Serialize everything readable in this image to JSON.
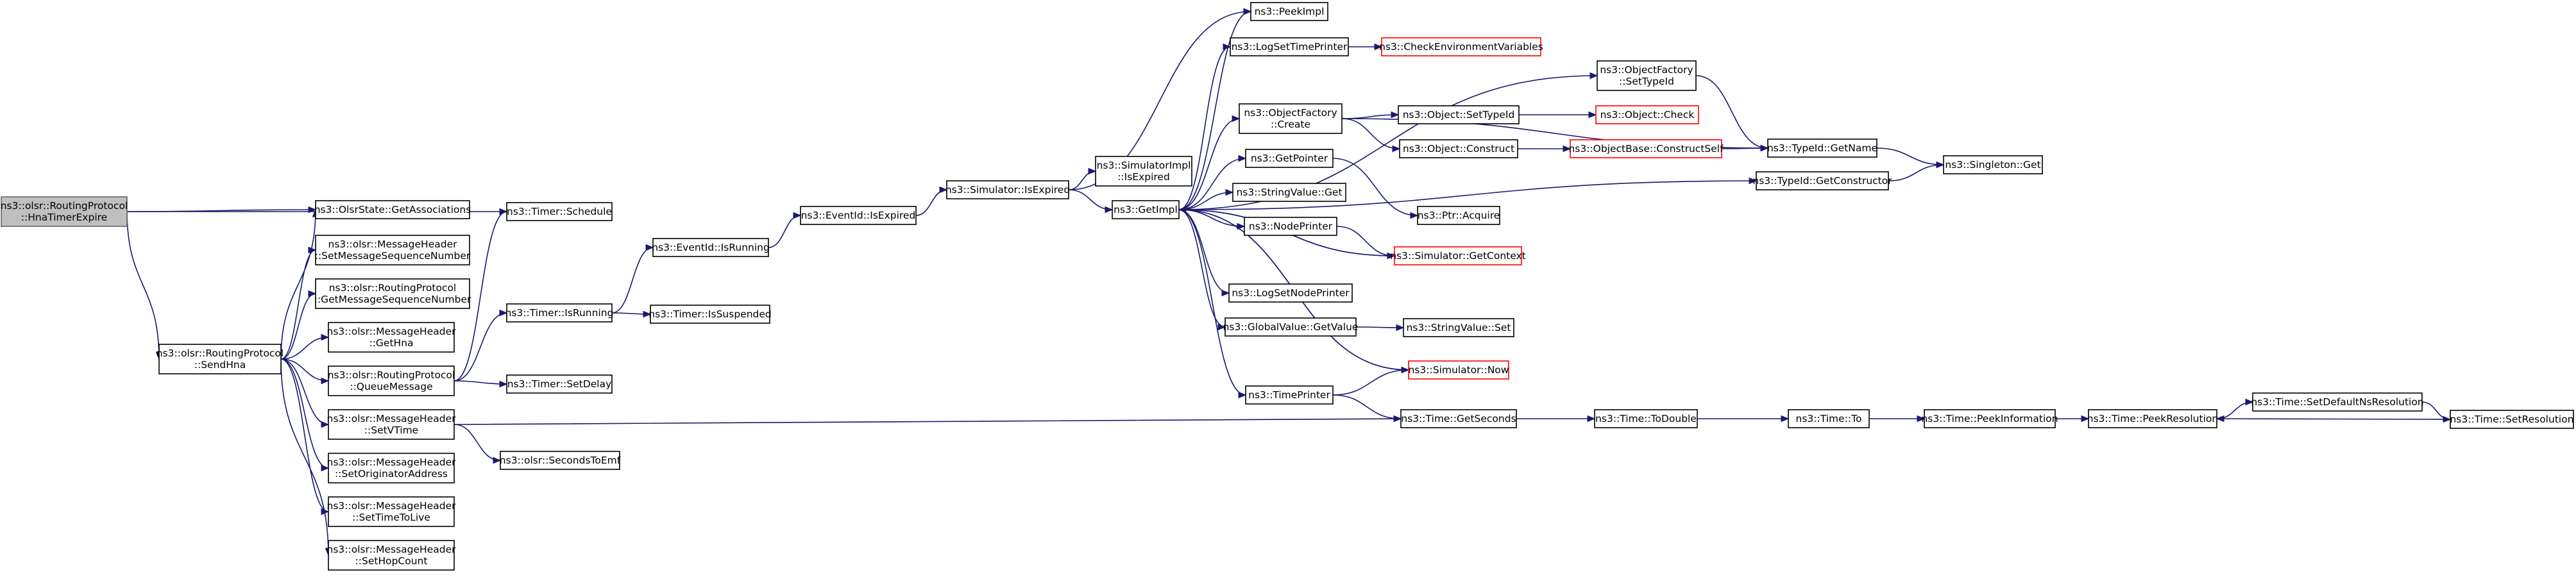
{
  "graph": {
    "nodes": [
      {
        "id": "hnaTimerExpire",
        "lines": [
          "ns3::olsr::RoutingProtocol",
          "::HnaTimerExpire"
        ],
        "style": "root"
      },
      {
        "id": "sendHna",
        "lines": [
          "ns3::olsr::RoutingProtocol",
          "::SendHna"
        ]
      },
      {
        "id": "getAssociations",
        "lines": [
          "ns3::OlsrState::GetAssociations"
        ]
      },
      {
        "id": "setMsgSeq",
        "lines": [
          "ns3::olsr::MessageHeader",
          "::SetMessageSequenceNumber"
        ]
      },
      {
        "id": "getMsgSeq",
        "lines": [
          "ns3::olsr::RoutingProtocol",
          "::GetMessageSequenceNumber"
        ]
      },
      {
        "id": "getHna",
        "lines": [
          "ns3::olsr::MessageHeader",
          "::GetHna"
        ]
      },
      {
        "id": "queueMessage",
        "lines": [
          "ns3::olsr::RoutingProtocol",
          "::QueueMessage"
        ]
      },
      {
        "id": "setVTime",
        "lines": [
          "ns3::olsr::MessageHeader",
          "::SetVTime"
        ]
      },
      {
        "id": "setOrigAddr",
        "lines": [
          "ns3::olsr::MessageHeader",
          "::SetOriginatorAddress"
        ]
      },
      {
        "id": "setTtl",
        "lines": [
          "ns3::olsr::MessageHeader",
          "::SetTimeToLive"
        ]
      },
      {
        "id": "setHopCount",
        "lines": [
          "ns3::olsr::MessageHeader",
          "::SetHopCount"
        ]
      },
      {
        "id": "timerSchedule",
        "lines": [
          "ns3::Timer::Schedule"
        ]
      },
      {
        "id": "timerIsRunning",
        "lines": [
          "ns3::Timer::IsRunning"
        ]
      },
      {
        "id": "timerSetDelay",
        "lines": [
          "ns3::Timer::SetDelay"
        ]
      },
      {
        "id": "secondsToEmf",
        "lines": [
          "ns3::olsr::SecondsToEmf"
        ]
      },
      {
        "id": "eventIdIsRunning",
        "lines": [
          "ns3::EventId::IsRunning"
        ]
      },
      {
        "id": "timerIsSuspended",
        "lines": [
          "ns3::Timer::IsSuspended"
        ]
      },
      {
        "id": "eventIdIsExpired",
        "lines": [
          "ns3::EventId::IsExpired"
        ]
      },
      {
        "id": "simIsExpired",
        "lines": [
          "ns3::Simulator::IsExpired"
        ]
      },
      {
        "id": "simImplIsExpired",
        "lines": [
          "ns3::SimulatorImpl",
          "::IsExpired"
        ]
      },
      {
        "id": "getImpl",
        "lines": [
          "ns3::GetImpl"
        ]
      },
      {
        "id": "peekImpl",
        "lines": [
          "ns3::PeekImpl"
        ]
      },
      {
        "id": "logSetTimePrinter",
        "lines": [
          "ns3::LogSetTimePrinter"
        ]
      },
      {
        "id": "checkEnvVars",
        "lines": [
          "ns3::CheckEnvironmentVariables"
        ],
        "style": "red"
      },
      {
        "id": "objFactoryCreate",
        "lines": [
          "ns3::ObjectFactory",
          "::Create"
        ]
      },
      {
        "id": "getPointer",
        "lines": [
          "ns3::GetPointer"
        ]
      },
      {
        "id": "stringValueGet",
        "lines": [
          "ns3::StringValue::Get"
        ]
      },
      {
        "id": "nodePrinter",
        "lines": [
          "ns3::NodePrinter"
        ]
      },
      {
        "id": "logSetNodePrinter",
        "lines": [
          "ns3::LogSetNodePrinter"
        ]
      },
      {
        "id": "globalValueGetValue",
        "lines": [
          "ns3::GlobalValue::GetValue"
        ]
      },
      {
        "id": "timePrinter",
        "lines": [
          "ns3::TimePrinter"
        ]
      },
      {
        "id": "objFactorySetTypeId",
        "lines": [
          "ns3::ObjectFactory",
          "::SetTypeId"
        ]
      },
      {
        "id": "objectSetTypeId",
        "lines": [
          "ns3::Object::SetTypeId"
        ]
      },
      {
        "id": "objectCheck",
        "lines": [
          "ns3::Object::Check"
        ],
        "style": "red"
      },
      {
        "id": "objectConstruct",
        "lines": [
          "ns3::Object::Construct"
        ]
      },
      {
        "id": "objBaseConstructSelf",
        "lines": [
          "ns3::ObjectBase::ConstructSelf"
        ],
        "style": "red"
      },
      {
        "id": "ptrAcquire",
        "lines": [
          "ns3::Ptr::Acquire"
        ]
      },
      {
        "id": "simGetContext",
        "lines": [
          "ns3::Simulator::GetContext"
        ],
        "style": "red"
      },
      {
        "id": "stringValueSet",
        "lines": [
          "ns3::StringValue::Set"
        ]
      },
      {
        "id": "simNow",
        "lines": [
          "ns3::Simulator::Now"
        ],
        "style": "red"
      },
      {
        "id": "timeGetSeconds",
        "lines": [
          "ns3::Time::GetSeconds"
        ]
      },
      {
        "id": "typeIdGetName",
        "lines": [
          "ns3::TypeId::GetName"
        ]
      },
      {
        "id": "typeIdGetConstructor",
        "lines": [
          "ns3::TypeId::GetConstructor"
        ]
      },
      {
        "id": "singletonGet",
        "lines": [
          "ns3::Singleton::Get"
        ]
      },
      {
        "id": "timeToDouble",
        "lines": [
          "ns3::Time::ToDouble"
        ]
      },
      {
        "id": "timeTo",
        "lines": [
          "ns3::Time::To"
        ]
      },
      {
        "id": "timePeekInformation",
        "lines": [
          "ns3::Time::PeekInformation"
        ]
      },
      {
        "id": "timePeekResolution",
        "lines": [
          "ns3::Time::PeekResolution"
        ]
      },
      {
        "id": "timeSetDefaultNsResolution",
        "lines": [
          "ns3::Time::SetDefaultNsResolution"
        ]
      },
      {
        "id": "timeSetResolution",
        "lines": [
          "ns3::Time::SetResolution"
        ]
      }
    ],
    "edges": [
      [
        "hnaTimerExpire",
        "sendHna"
      ],
      [
        "hnaTimerExpire",
        "getAssociations"
      ],
      [
        "hnaTimerExpire",
        "timerSchedule"
      ],
      [
        "sendHna",
        "getAssociations"
      ],
      [
        "sendHna",
        "setMsgSeq"
      ],
      [
        "sendHna",
        "getMsgSeq"
      ],
      [
        "sendHna",
        "getHna"
      ],
      [
        "sendHna",
        "queueMessage"
      ],
      [
        "sendHna",
        "setVTime"
      ],
      [
        "sendHna",
        "setOrigAddr"
      ],
      [
        "sendHna",
        "setTtl"
      ],
      [
        "sendHna",
        "setHopCount"
      ],
      [
        "queueMessage",
        "timerSchedule"
      ],
      [
        "queueMessage",
        "timerIsRunning"
      ],
      [
        "queueMessage",
        "timerSetDelay"
      ],
      [
        "setVTime",
        "secondsToEmf"
      ],
      [
        "setVTime",
        "timeGetSeconds"
      ],
      [
        "timerIsRunning",
        "eventIdIsRunning"
      ],
      [
        "timerIsRunning",
        "timerIsSuspended"
      ],
      [
        "eventIdIsRunning",
        "eventIdIsExpired"
      ],
      [
        "eventIdIsExpired",
        "simIsExpired"
      ],
      [
        "simIsExpired",
        "simImplIsExpired"
      ],
      [
        "simIsExpired",
        "getImpl"
      ],
      [
        "simIsExpired",
        "peekImpl"
      ],
      [
        "getImpl",
        "peekImpl"
      ],
      [
        "getImpl",
        "logSetTimePrinter"
      ],
      [
        "getImpl",
        "objFactorySetTypeId"
      ],
      [
        "getImpl",
        "objFactoryCreate"
      ],
      [
        "getImpl",
        "typeIdGetConstructor"
      ],
      [
        "getImpl",
        "getPointer"
      ],
      [
        "getImpl",
        "stringValueGet"
      ],
      [
        "getImpl",
        "nodePrinter"
      ],
      [
        "getImpl",
        "simGetContext"
      ],
      [
        "getImpl",
        "logSetNodePrinter"
      ],
      [
        "getImpl",
        "globalValueGetValue"
      ],
      [
        "getImpl",
        "simNow"
      ],
      [
        "getImpl",
        "timePrinter"
      ],
      [
        "logSetTimePrinter",
        "checkEnvVars"
      ],
      [
        "objFactorySetTypeId",
        "typeIdGetName"
      ],
      [
        "objFactoryCreate",
        "objectSetTypeId"
      ],
      [
        "objFactoryCreate",
        "objectConstruct"
      ],
      [
        "objFactoryCreate",
        "typeIdGetName"
      ],
      [
        "objectSetTypeId",
        "objectCheck"
      ],
      [
        "objectConstruct",
        "objBaseConstructSelf"
      ],
      [
        "objBaseConstructSelf",
        "typeIdGetName"
      ],
      [
        "getPointer",
        "ptrAcquire"
      ],
      [
        "nodePrinter",
        "simGetContext"
      ],
      [
        "simGetContext",
        "getImpl"
      ],
      [
        "simNow",
        "getImpl"
      ],
      [
        "globalValueGetValue",
        "stringValueSet"
      ],
      [
        "timePrinter",
        "simNow"
      ],
      [
        "timePrinter",
        "timeGetSeconds"
      ],
      [
        "typeIdGetName",
        "singletonGet"
      ],
      [
        "typeIdGetConstructor",
        "singletonGet"
      ],
      [
        "timeGetSeconds",
        "timeToDouble"
      ],
      [
        "timeToDouble",
        "timeTo"
      ],
      [
        "timeTo",
        "timePeekInformation"
      ],
      [
        "timePeekInformation",
        "timePeekResolution"
      ],
      [
        "timePeekResolution",
        "timeSetDefaultNsResolution"
      ],
      [
        "timeSetDefaultNsResolution",
        "timeSetResolution"
      ],
      [
        "timeSetResolution",
        "timePeekResolution"
      ]
    ]
  }
}
